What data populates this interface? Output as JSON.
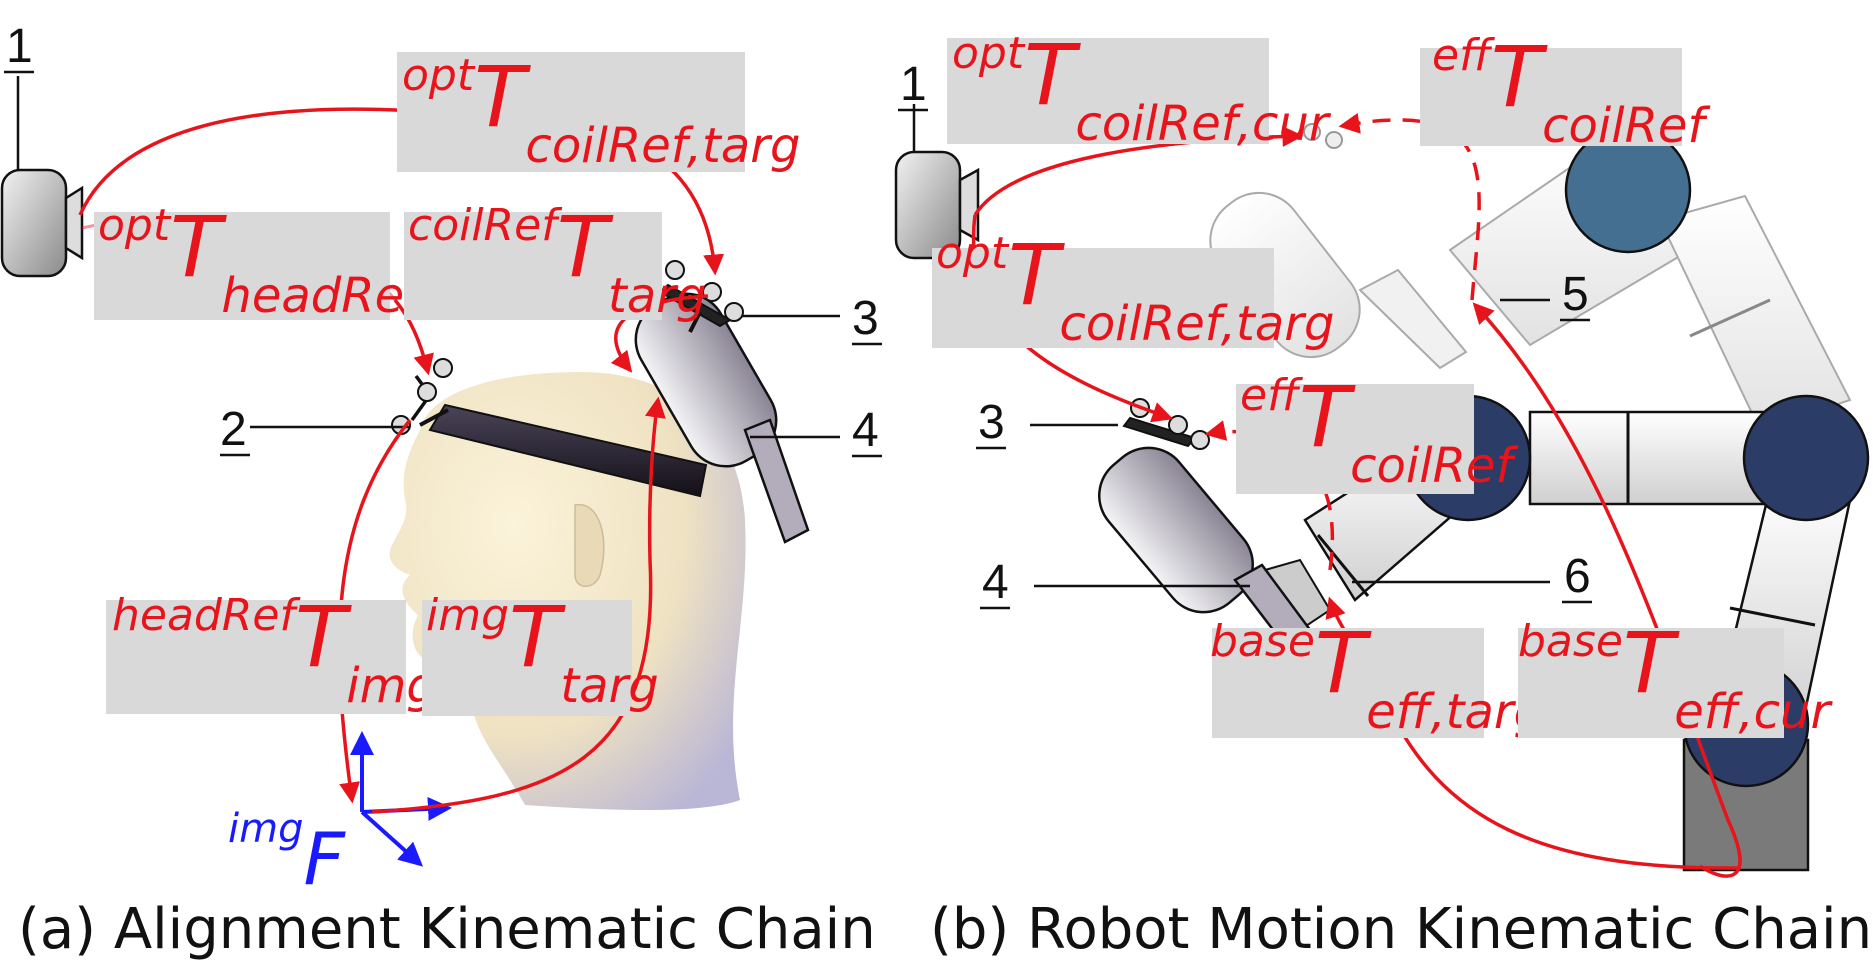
{
  "panel_a": {
    "caption": "(a) Alignment Kinematic Chain",
    "callouts": [
      "1",
      "2",
      "3",
      "4"
    ],
    "transforms": [
      {
        "pre": "opt",
        "main": "T",
        "sub": "coilRef,targ"
      },
      {
        "pre": "opt",
        "main": "T",
        "sub": "headRef"
      },
      {
        "pre": "coilRef",
        "main": "T",
        "sub": "targ"
      },
      {
        "pre": "headRef",
        "main": "T",
        "sub": "img"
      },
      {
        "pre": "img",
        "main": "T",
        "sub": "targ"
      }
    ],
    "frame": {
      "pre": "img",
      "main": "F"
    }
  },
  "panel_b": {
    "caption": "(b) Robot Motion Kinematic Chain",
    "callouts": [
      "1",
      "5",
      "3",
      "4",
      "6"
    ],
    "transforms": [
      {
        "pre": "opt",
        "main": "T",
        "sub": "coilRef,cur"
      },
      {
        "pre": "eff",
        "main": "T",
        "sub": "coilRef"
      },
      {
        "pre": "opt",
        "main": "T",
        "sub": "coilRef,targ"
      },
      {
        "pre": "eff",
        "main": "T",
        "sub": "coilRef"
      },
      {
        "pre": "base",
        "main": "T",
        "sub": "eff,targ"
      },
      {
        "pre": "base",
        "main": "T",
        "sub": "eff,cur"
      }
    ]
  },
  "colors": {
    "transform_arrow": "#e8141c",
    "frame_axes": "#1a1aff",
    "label_box": "#d9d9d9",
    "joint_dark": "#2b3c66",
    "joint_blue": "#456f91"
  }
}
